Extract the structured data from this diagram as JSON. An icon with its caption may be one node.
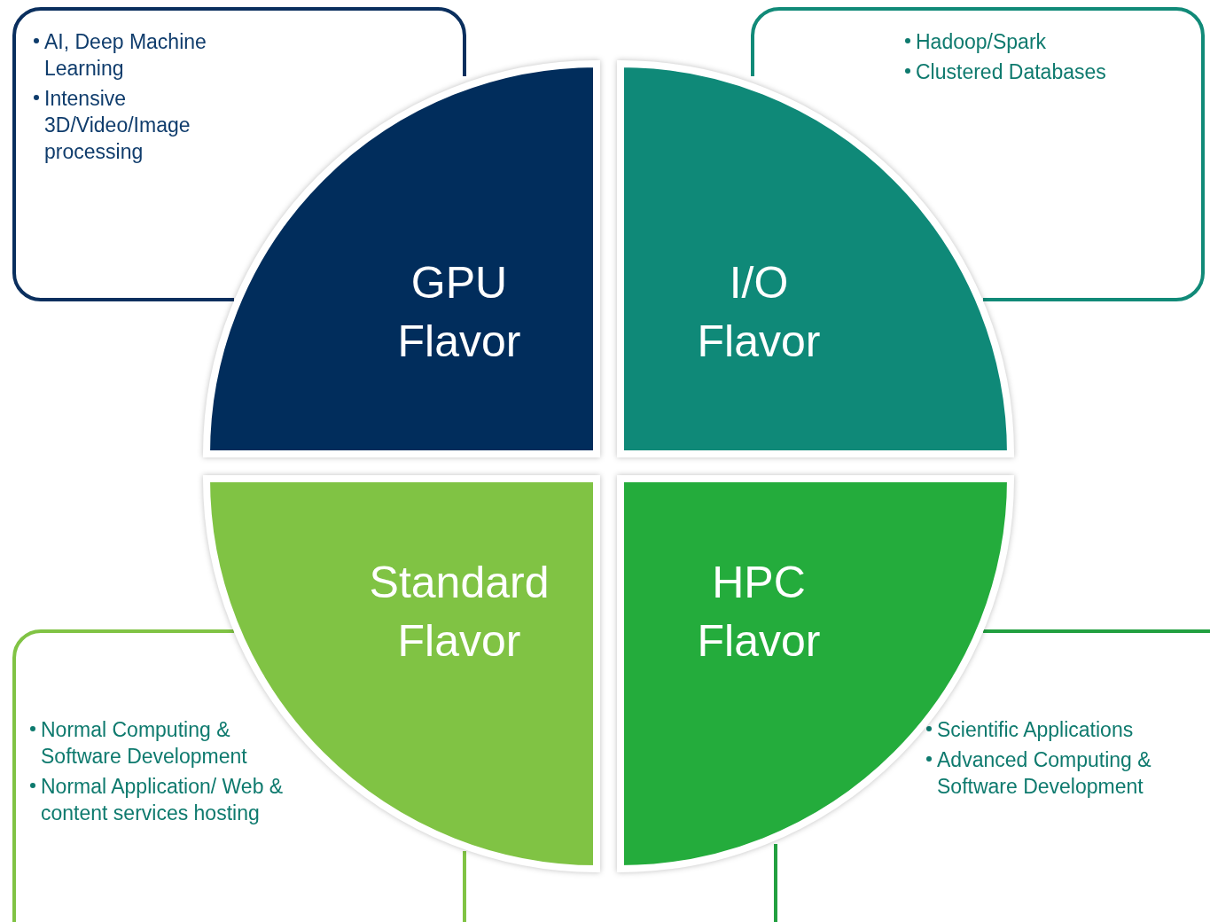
{
  "diagram": {
    "nodes": [
      {
        "text": [
          "AI, Deep Machine Learning",
          "Intensive 3D/Video/Image processing"
        ]
      },
      {
        "text": [
          "Hadoop/Spark",
          "Clustered Databases"
        ]
      },
      {
        "text": [
          "GPU Flavor"
        ]
      },
      {
        "text": [
          "I/O Flavor"
        ]
      },
      {
        "text": [
          "Standard Flavor"
        ]
      },
      {
        "text": [
          "HPC Flavor"
        ]
      },
      {
        "text": [
          "Normal Computing & Software Development",
          "Normal Application/ Web & content services hosting"
        ]
      },
      {
        "text": [
          "Scientific Applications",
          "Advanced Computing & Software Development"
        ]
      }
    ]
  }
}
